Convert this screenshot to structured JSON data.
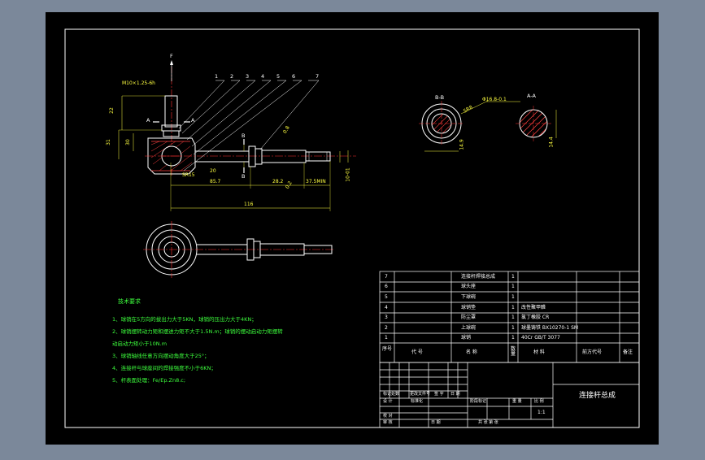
{
  "colors": {
    "background": "#7b889a",
    "sheet": "#000000",
    "frame": "#ffffff",
    "outline": "#ffffff",
    "centerline": "#ff3030",
    "dimension": "#ffff40",
    "hatch": "#ff4040",
    "notes": "#3dff3d"
  },
  "drawing": {
    "force_label": "F",
    "thread_label": "M10×1.25-6h",
    "callouts": [
      "1",
      "2",
      "3",
      "4",
      "5",
      "6",
      "7"
    ],
    "marks": {
      "a1": "A",
      "a2": "A",
      "b1": "B",
      "b2": "B"
    },
    "dims": {
      "d22": "22",
      "d31": "31",
      "d30v": "30",
      "sr15": "SR15",
      "d20": "20",
      "d85_7": "85.7",
      "d28_2": "28.2",
      "d116": "116",
      "d37_5": "37.5MIN",
      "d10": "10-01",
      "r0_2": "0.2",
      "d0_8": "0.8"
    },
    "section_bb": "B-B",
    "section_aa": "A-A",
    "bb_dim_top": "Φ16.8-0.1",
    "bb_dim_side": "SR8",
    "bb_dim_bottom": "14.9",
    "aa_dim_side": "14.4"
  },
  "tech_requirements": {
    "title": "技术要求",
    "items": [
      "1、球销在5方向的拔出力大于5KN，球销的压出力大于4KN；",
      "2、球销摆转动力矩和摆进力矩不大于1.5N.m；球销的摆动启动力矩摆转",
      "动启动力矩小于10N.m",
      "3、球销轴线任意方向摆动角度大于25°；",
      "4、连接杆与球座间的焊接强度不小于6KN；",
      "5、杆表面处理：Fe/Ep.Zn8.c;"
    ]
  },
  "bom": {
    "rows": [
      {
        "no": "7",
        "code": "",
        "name": "连接杆焊接总成",
        "qty": "1",
        "material": "",
        "std": "",
        "note": ""
      },
      {
        "no": "6",
        "code": "",
        "name": "球头座",
        "qty": "1",
        "material": "",
        "std": "",
        "note": ""
      },
      {
        "no": "5",
        "code": "",
        "name": "下球碗",
        "qty": "1",
        "material": "",
        "std": "",
        "note": ""
      },
      {
        "no": "4",
        "code": "",
        "name": "球销垫",
        "qty": "1",
        "material": "改性聚甲醛",
        "std": "",
        "note": ""
      },
      {
        "no": "3",
        "code": "",
        "name": "防尘罩",
        "qty": "1",
        "material": "氯丁橡胶 CR",
        "std": "",
        "note": ""
      },
      {
        "no": "2",
        "code": "",
        "name": "上球碗",
        "qty": "1",
        "material": "球墨铸铁 BX10270-1 SM",
        "std": "",
        "note": ""
      },
      {
        "no": "1",
        "code": "",
        "name": "球销",
        "qty": "1",
        "material": "40Cr  GB/T 3077",
        "std": "",
        "note": ""
      }
    ],
    "header": {
      "no": "序号",
      "code": "代    号",
      "name": "名    称",
      "qty": "数量",
      "material": "材    料",
      "std": "前方代号",
      "note": "备注"
    }
  },
  "title_block": {
    "drawing_title": "连接杆总成",
    "labels": {
      "design": "设 计",
      "check": "标准化",
      "process": "校 对",
      "approve": "审 核",
      "date": "日 期",
      "scale_label": "比 例",
      "scale": "1:1",
      "weight_label": "重 量",
      "stage_label": "阶段标记",
      "sheet_label": "共    张    第    张",
      "mark": "标记",
      "count": "处数",
      "change": "更改文件号",
      "sign": "签 字"
    }
  }
}
